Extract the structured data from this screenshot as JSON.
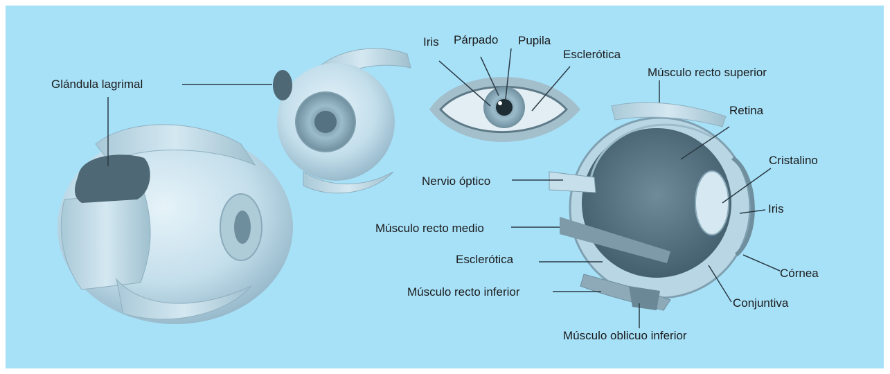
{
  "colors": {
    "background": "#a7e1f8",
    "eyeball": "#c8e2ef",
    "muscle": "#b6d5e4",
    "dark_tissue": "#4e6876",
    "leader_line": "#2a3a44",
    "label_text": "#1a1a1a"
  },
  "labels": {
    "glandula_lagrimal": "Glándula lagrimal",
    "iris_top": "Iris",
    "parpado": "Párpado",
    "pupila": "Pupila",
    "esclerotica_top": "Esclerótica",
    "musculo_recto_superior": "Músculo recto superior",
    "retina": "Retina",
    "cristalino": "Cristalino",
    "nervio_optico": "Nervio óptico",
    "iris_right": "Iris",
    "musculo_recto_medio": "Músculo recto medio",
    "esclerotica_bottom": "Esclerótica",
    "cornea": "Córnea",
    "musculo_recto_inferior": "Músculo recto inferior",
    "conjuntiva": "Conjuntiva",
    "musculo_oblicuo_inferior": "Músculo oblicuo inferior"
  }
}
